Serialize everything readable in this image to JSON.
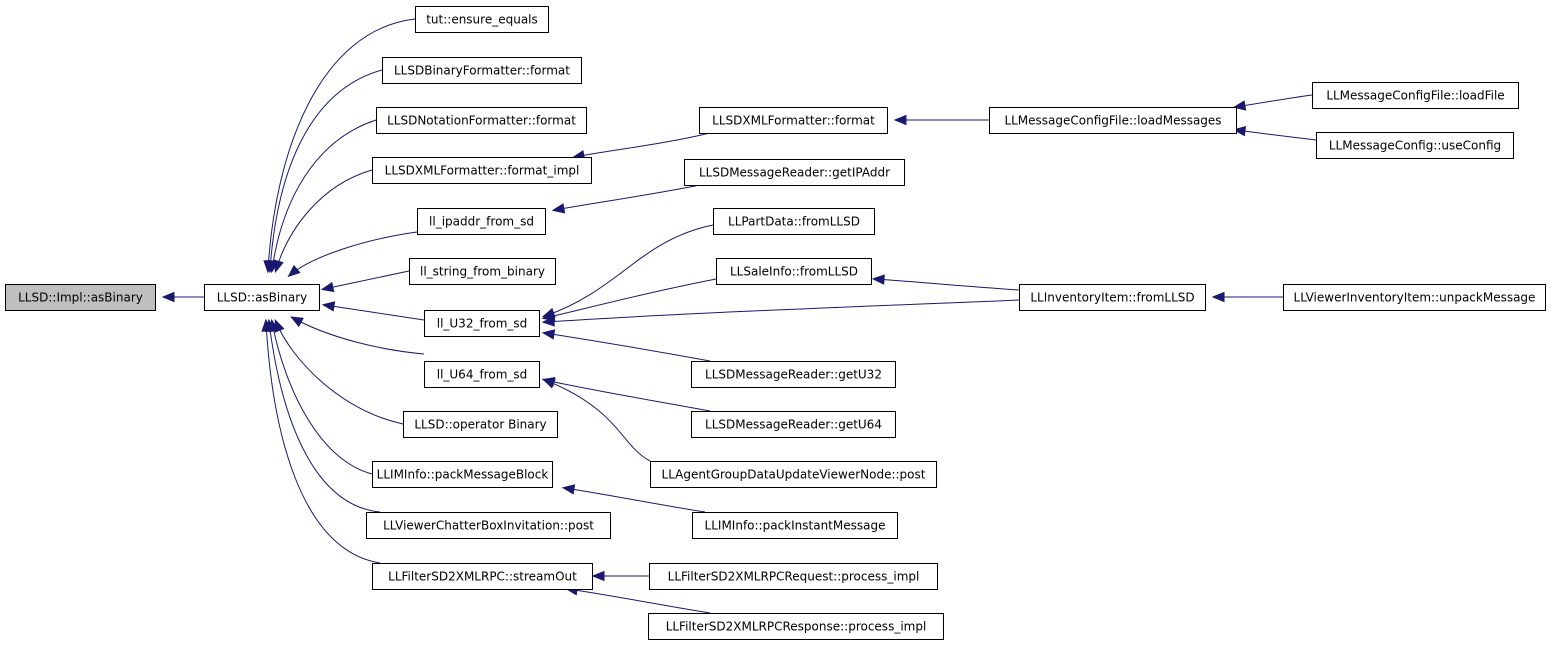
{
  "graph": {
    "colors": {
      "edge": "#191970",
      "node_border": "#000000",
      "node_fill": "#ffffff",
      "root_fill": "#bfbfbf"
    },
    "nodes": [
      {
        "id": "impl_asbinary",
        "label": "LLSD::Impl::asBinary",
        "root": true
      },
      {
        "id": "asbinary",
        "label": "LLSD::asBinary"
      },
      {
        "id": "ensure_equals",
        "label": "tut::ensure_equals"
      },
      {
        "id": "binfmt",
        "label": "LLSDBinaryFormatter::format"
      },
      {
        "id": "notfmt",
        "label": "LLSDNotationFormatter::format"
      },
      {
        "id": "xmlfmt_impl",
        "label": "LLSDXMLFormatter::format_impl"
      },
      {
        "id": "ipaddr",
        "label": "ll_ipaddr_from_sd"
      },
      {
        "id": "str_bin",
        "label": "ll_string_from_binary"
      },
      {
        "id": "u32",
        "label": "ll_U32_from_sd"
      },
      {
        "id": "u64",
        "label": "ll_U64_from_sd"
      },
      {
        "id": "op_binary",
        "label": "LLSD::operator Binary"
      },
      {
        "id": "packblock",
        "label": "LLIMInfo::packMessageBlock"
      },
      {
        "id": "chatterbox",
        "label": "LLViewerChatterBoxInvitation::post"
      },
      {
        "id": "streamout",
        "label": "LLFilterSD2XMLRPC::streamOut"
      },
      {
        "id": "xmlfmt",
        "label": "LLSDXMLFormatter::format"
      },
      {
        "id": "getipaddr",
        "label": "LLSDMessageReader::getIPAddr"
      },
      {
        "id": "partdata",
        "label": "LLPartData::fromLLSD"
      },
      {
        "id": "saleinfo",
        "label": "LLSaleInfo::fromLLSD"
      },
      {
        "id": "getu32",
        "label": "LLSDMessageReader::getU32"
      },
      {
        "id": "getu64",
        "label": "LLSDMessageReader::getU64"
      },
      {
        "id": "agentgroup",
        "label": "LLAgentGroupDataUpdateViewerNode::post"
      },
      {
        "id": "packinstant",
        "label": "LLIMInfo::packInstantMessage"
      },
      {
        "id": "xmlrpc_req",
        "label": "LLFilterSD2XMLRPCRequest::process_impl"
      },
      {
        "id": "xmlrpc_resp",
        "label": "LLFilterSD2XMLRPCResponse::process_impl"
      },
      {
        "id": "loadmessages",
        "label": "LLMessageConfigFile::loadMessages"
      },
      {
        "id": "invitem",
        "label": "LLInventoryItem::fromLLSD"
      },
      {
        "id": "loadfile",
        "label": "LLMessageConfigFile::loadFile"
      },
      {
        "id": "useconfig",
        "label": "LLMessageConfig::useConfig"
      },
      {
        "id": "viewerinv",
        "label": "LLViewerInventoryItem::unpackMessage"
      }
    ],
    "edges": [
      {
        "from": "asbinary",
        "to": "impl_asbinary"
      },
      {
        "from": "ensure_equals",
        "to": "asbinary"
      },
      {
        "from": "binfmt",
        "to": "asbinary"
      },
      {
        "from": "notfmt",
        "to": "asbinary"
      },
      {
        "from": "xmlfmt_impl",
        "to": "asbinary"
      },
      {
        "from": "ipaddr",
        "to": "asbinary"
      },
      {
        "from": "str_bin",
        "to": "asbinary"
      },
      {
        "from": "u32",
        "to": "asbinary"
      },
      {
        "from": "u64",
        "to": "asbinary"
      },
      {
        "from": "op_binary",
        "to": "asbinary"
      },
      {
        "from": "packblock",
        "to": "asbinary"
      },
      {
        "from": "chatterbox",
        "to": "asbinary"
      },
      {
        "from": "streamout",
        "to": "asbinary"
      },
      {
        "from": "xmlfmt",
        "to": "xmlfmt_impl"
      },
      {
        "from": "getipaddr",
        "to": "ipaddr"
      },
      {
        "from": "partdata",
        "to": "u32"
      },
      {
        "from": "saleinfo",
        "to": "u32"
      },
      {
        "from": "invitem",
        "to": "u32"
      },
      {
        "from": "getu32",
        "to": "u32"
      },
      {
        "from": "getu64",
        "to": "u64"
      },
      {
        "from": "agentgroup",
        "to": "u64"
      },
      {
        "from": "packinstant",
        "to": "packblock"
      },
      {
        "from": "xmlrpc_req",
        "to": "streamout"
      },
      {
        "from": "xmlrpc_resp",
        "to": "streamout"
      },
      {
        "from": "loadmessages",
        "to": "xmlfmt"
      },
      {
        "from": "invitem",
        "to": "saleinfo"
      },
      {
        "from": "loadfile",
        "to": "loadmessages"
      },
      {
        "from": "useconfig",
        "to": "loadmessages"
      },
      {
        "from": "viewerinv",
        "to": "invitem"
      }
    ]
  }
}
